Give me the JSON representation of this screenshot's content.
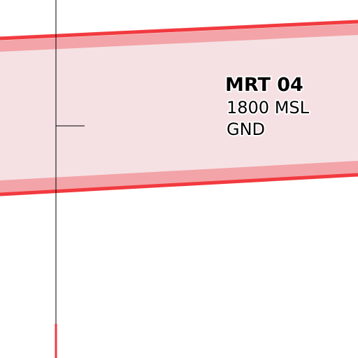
{
  "map": {
    "airspace": {
      "name": "MRT 04",
      "upper_limit": "1800 MSL",
      "lower_limit": "GND",
      "colors": {
        "fill": "#f5e1e3",
        "inner_band": "#f3a4a8",
        "border": "#f23a3f",
        "label_text": "#000000"
      }
    },
    "reference_line_color": "#000000",
    "background_color": "#ffffff"
  }
}
